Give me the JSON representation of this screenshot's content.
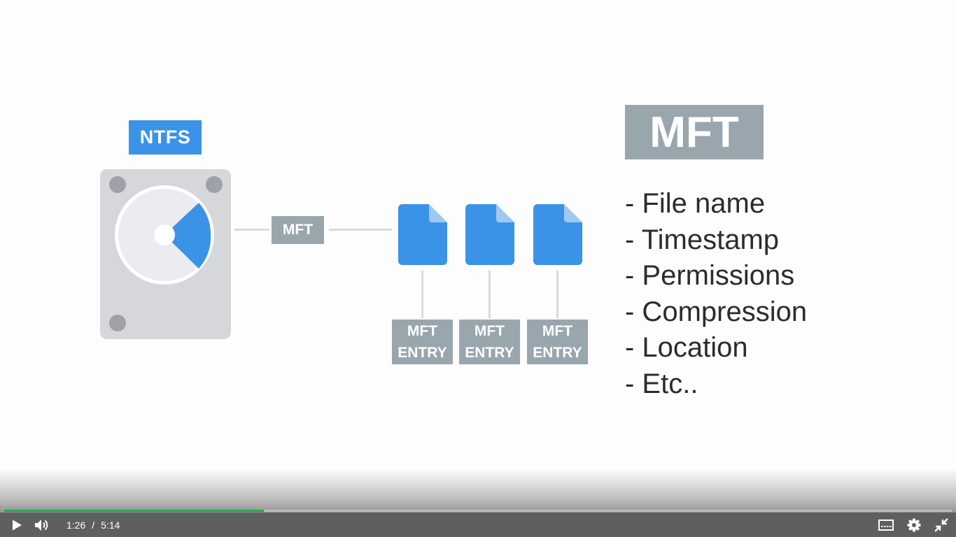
{
  "slide": {
    "ntfs_label": "NTFS",
    "connector_label": "MFT",
    "entries": [
      {
        "line1": "MFT",
        "line2": "ENTRY"
      },
      {
        "line1": "MFT",
        "line2": "ENTRY"
      },
      {
        "line1": "MFT",
        "line2": "ENTRY"
      }
    ],
    "title": "MFT",
    "attributes": [
      "- File name",
      "- Timestamp",
      "- Permissions",
      "- Compression",
      "- Location",
      "- Etc.."
    ],
    "colors": {
      "accent_blue": "#3b93e8",
      "gray_label": "#9aa6ae",
      "drive_body": "#d5d7db"
    }
  },
  "player": {
    "current_time": "1:26",
    "separator": "/",
    "duration": "5:14",
    "progress": 0.274,
    "progress_color": "#1fa84f",
    "icons": {
      "play": "play-icon",
      "volume": "volume-icon",
      "captions": "captions-icon",
      "settings": "gear-icon",
      "exit_fullscreen": "exit-fullscreen-icon"
    }
  }
}
